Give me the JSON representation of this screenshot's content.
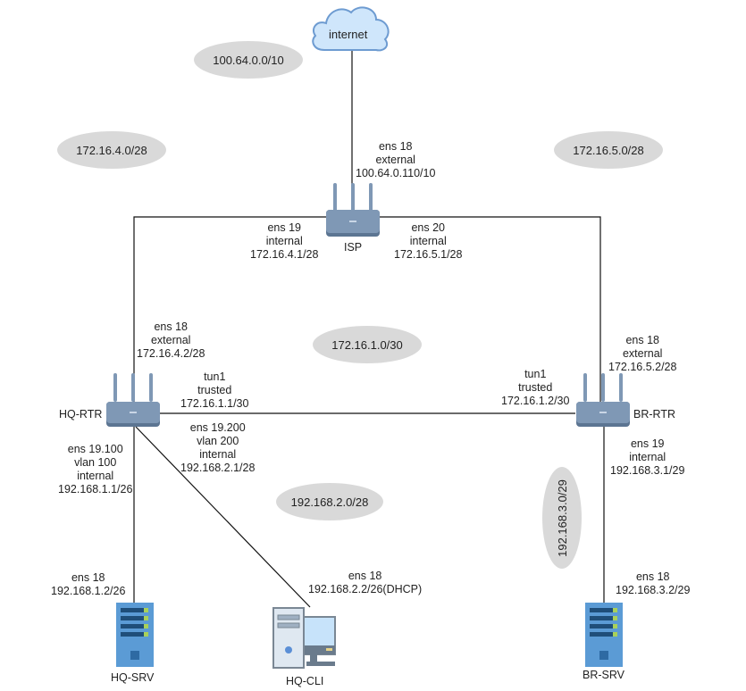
{
  "cloud": {
    "label": "internet"
  },
  "networks": [
    {
      "id": "net-isp",
      "label": "100.64.0.0/10"
    },
    {
      "id": "net-hq-isp",
      "label": "172.16.4.0/28"
    },
    {
      "id": "net-br-isp",
      "label": "172.16.5.0/28"
    },
    {
      "id": "net-tunnel",
      "label": "172.16.1.0/30"
    },
    {
      "id": "net-hq-cli",
      "label": "192.168.2.0/28"
    },
    {
      "id": "net-br-srv",
      "label": "192.168.3.0/29"
    }
  ],
  "devices": {
    "isp": {
      "name": "ISP",
      "type": "router"
    },
    "hq_rtr": {
      "name": "HQ-RTR",
      "type": "router"
    },
    "br_rtr": {
      "name": "BR-RTR",
      "type": "router"
    },
    "hq_srv": {
      "name": "HQ-SRV",
      "type": "server"
    },
    "hq_cli": {
      "name": "HQ-CLI",
      "type": "workstation"
    },
    "br_srv": {
      "name": "BR-SRV",
      "type": "server"
    }
  },
  "interfaces": {
    "isp_ens18": [
      "ens 18",
      "external",
      "100.64.0.110/10"
    ],
    "isp_ens19": [
      "ens 19",
      "internal",
      "172.16.4.1/28"
    ],
    "isp_ens20": [
      "ens 20",
      "internal",
      "172.16.5.1/28"
    ],
    "hq_ens18": [
      "ens 18",
      "external",
      "172.16.4.2/28"
    ],
    "hq_tun1": [
      "tun1",
      "trusted",
      "172.16.1.1/30"
    ],
    "hq_ens19_200": [
      "ens 19.200",
      "vlan 200",
      "internal",
      "192.168.2.1/28"
    ],
    "hq_ens19_100": [
      "ens 19.100",
      "vlan 100",
      "internal",
      "192.168.1.1/26"
    ],
    "br_ens18": [
      "ens 18",
      "external",
      "172.16.5.2/28"
    ],
    "br_tun1": [
      "tun1",
      "trusted",
      "172.16.1.2/30"
    ],
    "br_ens19": [
      "ens 19",
      "internal",
      "192.168.3.1/29"
    ],
    "hqsrv_ens18": [
      "ens 18",
      "192.168.1.2/26"
    ],
    "hqcli_ens18": [
      "ens 18",
      "192.168.2.2/26(DHCP)"
    ],
    "brsrv_ens18": [
      "ens 18",
      "192.168.3.2/29"
    ]
  },
  "colors": {
    "cloud_fill": "#cfe6fb",
    "cloud_stroke": "#6d9bd1",
    "router_body": "#7f98b5",
    "router_dark": "#5c7592",
    "server_body": "#5b9bd5",
    "server_bar": "#1f4e79",
    "server_led": "#a8d15a",
    "network_fill": "#d9d9d9",
    "link": "#111111"
  }
}
